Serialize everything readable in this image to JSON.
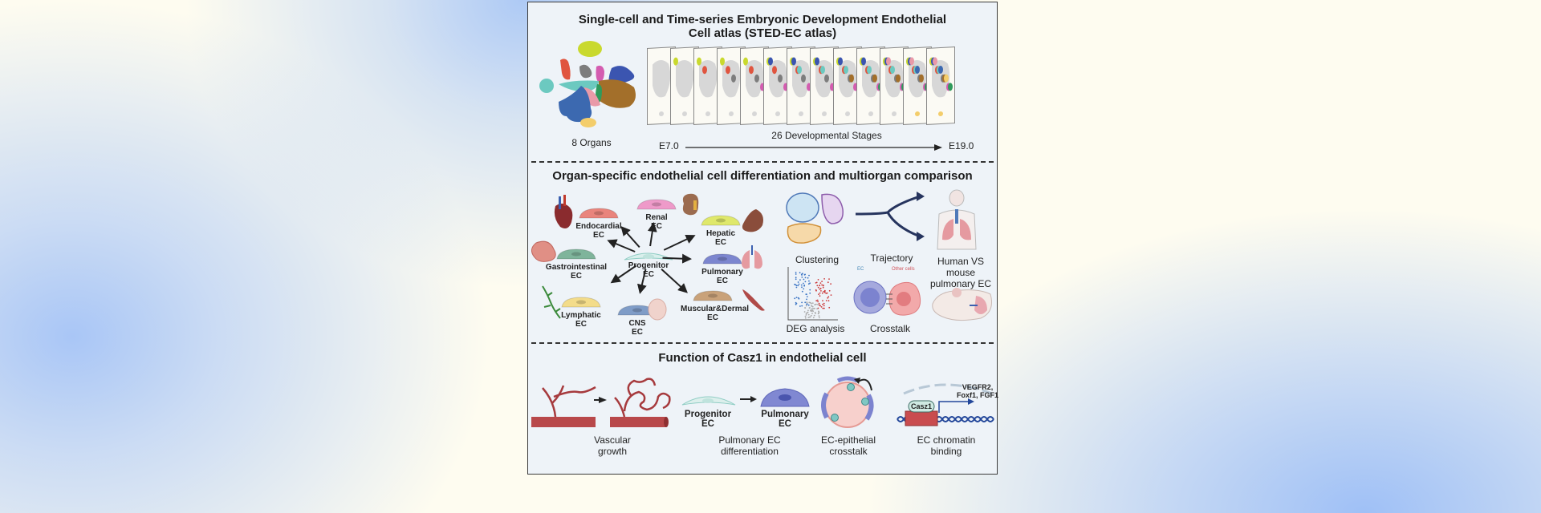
{
  "sections": [
    {
      "title": "Single-cell and Time-series Embryonic Development Endothelial Cell atlas (STED-EC atlas)",
      "title_line1": "Single-cell and Time-series Embryonic Development Endothelial",
      "title_line2": "Cell atlas (STED-EC atlas)",
      "umap_label": "8 Organs",
      "stages_label": "26 Developmental Stages",
      "start_stage": "E7.0",
      "end_stage": "E19.0",
      "frame_count": 13,
      "cluster_colors": [
        "#c9d92e",
        "#e0553f",
        "#7d7d7d",
        "#d45cb0",
        "#3b55b0",
        "#6cc9c0",
        "#a36f2a",
        "#2f9a5c",
        "#e99aa8",
        "#3c69b0",
        "#f3cd6b"
      ]
    },
    {
      "title": "Organ-specific endothelial cell differentiation and multiorgan comparison",
      "center": {
        "line1": "Progenitor",
        "line2": "EC"
      },
      "cell_types": [
        {
          "line1": "Endocardial",
          "line2": "EC",
          "color": "#e9847c"
        },
        {
          "line1": "Renal",
          "line2": "EC",
          "color": "#ee9ac9"
        },
        {
          "line1": "Hepatic",
          "line2": "EC",
          "color": "#dfe86b"
        },
        {
          "line1": "Gastrointestinal",
          "line2": "EC",
          "color": "#7fb49b"
        },
        {
          "line1": "Pulmonary",
          "line2": "EC",
          "color": "#7c86cf"
        },
        {
          "line1": "Lymphatic",
          "line2": "EC",
          "color": "#f3dc8a"
        },
        {
          "line1": "CNS",
          "line2": "EC",
          "color": "#7f9cc7"
        },
        {
          "line1": "Muscular&Dermal",
          "line2": "EC",
          "color": "#c9a27a"
        }
      ],
      "analyses": [
        {
          "label": "Clustering"
        },
        {
          "label": "Trajectory"
        },
        {
          "label": "DEG analysis"
        },
        {
          "label": "Crosstalk",
          "ec_tag": "EC",
          "other_tag": "Other cells"
        }
      ],
      "comparison": {
        "line1": "Human VS",
        "line2": "mouse",
        "line3": "pulmonary EC"
      }
    },
    {
      "title": "Function of Casz1 in endothelial cell",
      "functions": [
        {
          "line1": "Vascular",
          "line2": "growth"
        },
        {
          "line1": "Pulmonary EC",
          "line2": "differentiation",
          "from": {
            "line1": "Progenitor",
            "line2": "EC"
          },
          "to": {
            "line1": "Pulmonary",
            "line2": "EC"
          }
        },
        {
          "line1": "EC-epithelial",
          "line2": "crosstalk"
        },
        {
          "line1": "EC chromatin",
          "line2": "binding",
          "factor": "Casz1",
          "targets_line1": "VEGFR2,",
          "targets_line2": "Foxf1, FGF1"
        }
      ]
    }
  ],
  "colors": {
    "vessel": "#b8484a",
    "vessel_dark": "#8e2f31",
    "arrow": "#2a2a2a",
    "dna": "#23479a",
    "ec_tag": "#4a8ab8",
    "other_tag": "#d2545a"
  }
}
